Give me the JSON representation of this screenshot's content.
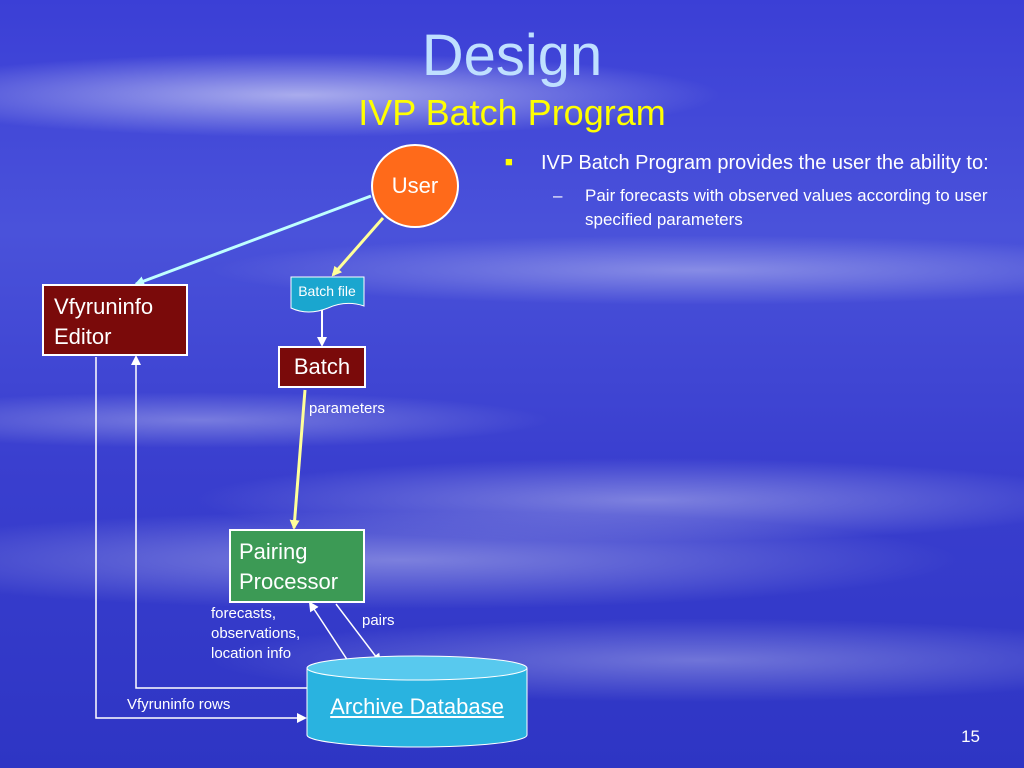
{
  "slide": {
    "title": "Design",
    "subtitle": "IVP Batch Program",
    "page_number": "15"
  },
  "bullets": {
    "main": "IVP Batch Program provides the user the ability to:",
    "sub": "Pair forecasts with observed values according to user specified parameters",
    "main_marker": "■",
    "sub_marker": "–"
  },
  "diagram": {
    "user": "User",
    "editor_line1": "Vfyruninfo",
    "editor_line2": "Editor",
    "batch_file": "Batch file",
    "batch": "Batch",
    "parameters_label": "parameters",
    "pairing_line1": "Pairing",
    "pairing_line2": "Processor",
    "forecasts_label_1": "forecasts,",
    "forecasts_label_2": "observations,",
    "forecasts_label_3": "location info",
    "pairs_label": "pairs",
    "vfyruninfo_rows_label": "Vfyruninfo rows",
    "archive_db": "Archive Database"
  },
  "colors": {
    "title": "#bfe0ff",
    "subtitle": "#ffff00",
    "user_node": "#ff6a1a",
    "box_dark_red": "#7a0a0a",
    "pairing_green": "#3c9a55",
    "database_cyan": "#29b3e0",
    "arrow_cyan": "#bfffff",
    "arrow_yellow": "#ffff99"
  }
}
